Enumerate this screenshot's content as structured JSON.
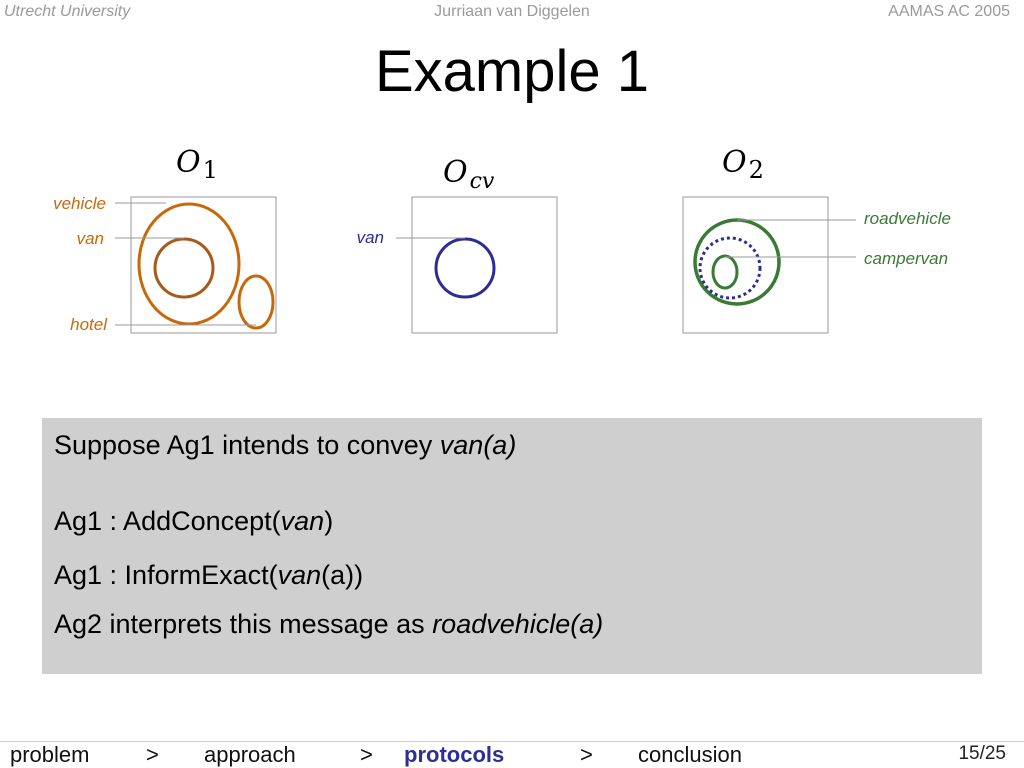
{
  "header": {
    "left": "Utrecht University",
    "center": "Jurriaan van Diggelen",
    "right": "AAMAS AC 2005"
  },
  "title": "Example 1",
  "diagram": {
    "ontologies": [
      {
        "name": "O",
        "subscript": "1",
        "labels": [
          "vehicle",
          "van",
          "hotel"
        ],
        "color": "#c8680a"
      },
      {
        "name": "O",
        "subscript": "cv",
        "labels": [
          "van"
        ],
        "color": "#2c2c99"
      },
      {
        "name": "O",
        "subscript": "2",
        "labels": [
          "roadvehicle",
          "campervan"
        ],
        "color": "#3a7a35"
      }
    ]
  },
  "panel": {
    "line1_text": "Suppose Ag1 intends to convey ",
    "line1_emph": "van(a)",
    "line2_pre": "Ag1 : AddConcept(",
    "line2_emph": "van",
    "line2_post": ")",
    "line3_pre": "Ag1 : InformExact(",
    "line3_emph": "van",
    "line3_post": "(a))",
    "line4_text": "Ag2 interprets this message as ",
    "line4_emph": "roadvehicle(a)"
  },
  "footer": {
    "nav": [
      "problem",
      ">",
      "approach",
      ">",
      "protocols",
      ">",
      "conclusion"
    ],
    "active": "protocols",
    "page": "15/25"
  },
  "colors": {
    "orange": "#c8680a",
    "blue": "#2c2c99",
    "green": "#3a7a35",
    "panel": "#cfcfcf"
  }
}
